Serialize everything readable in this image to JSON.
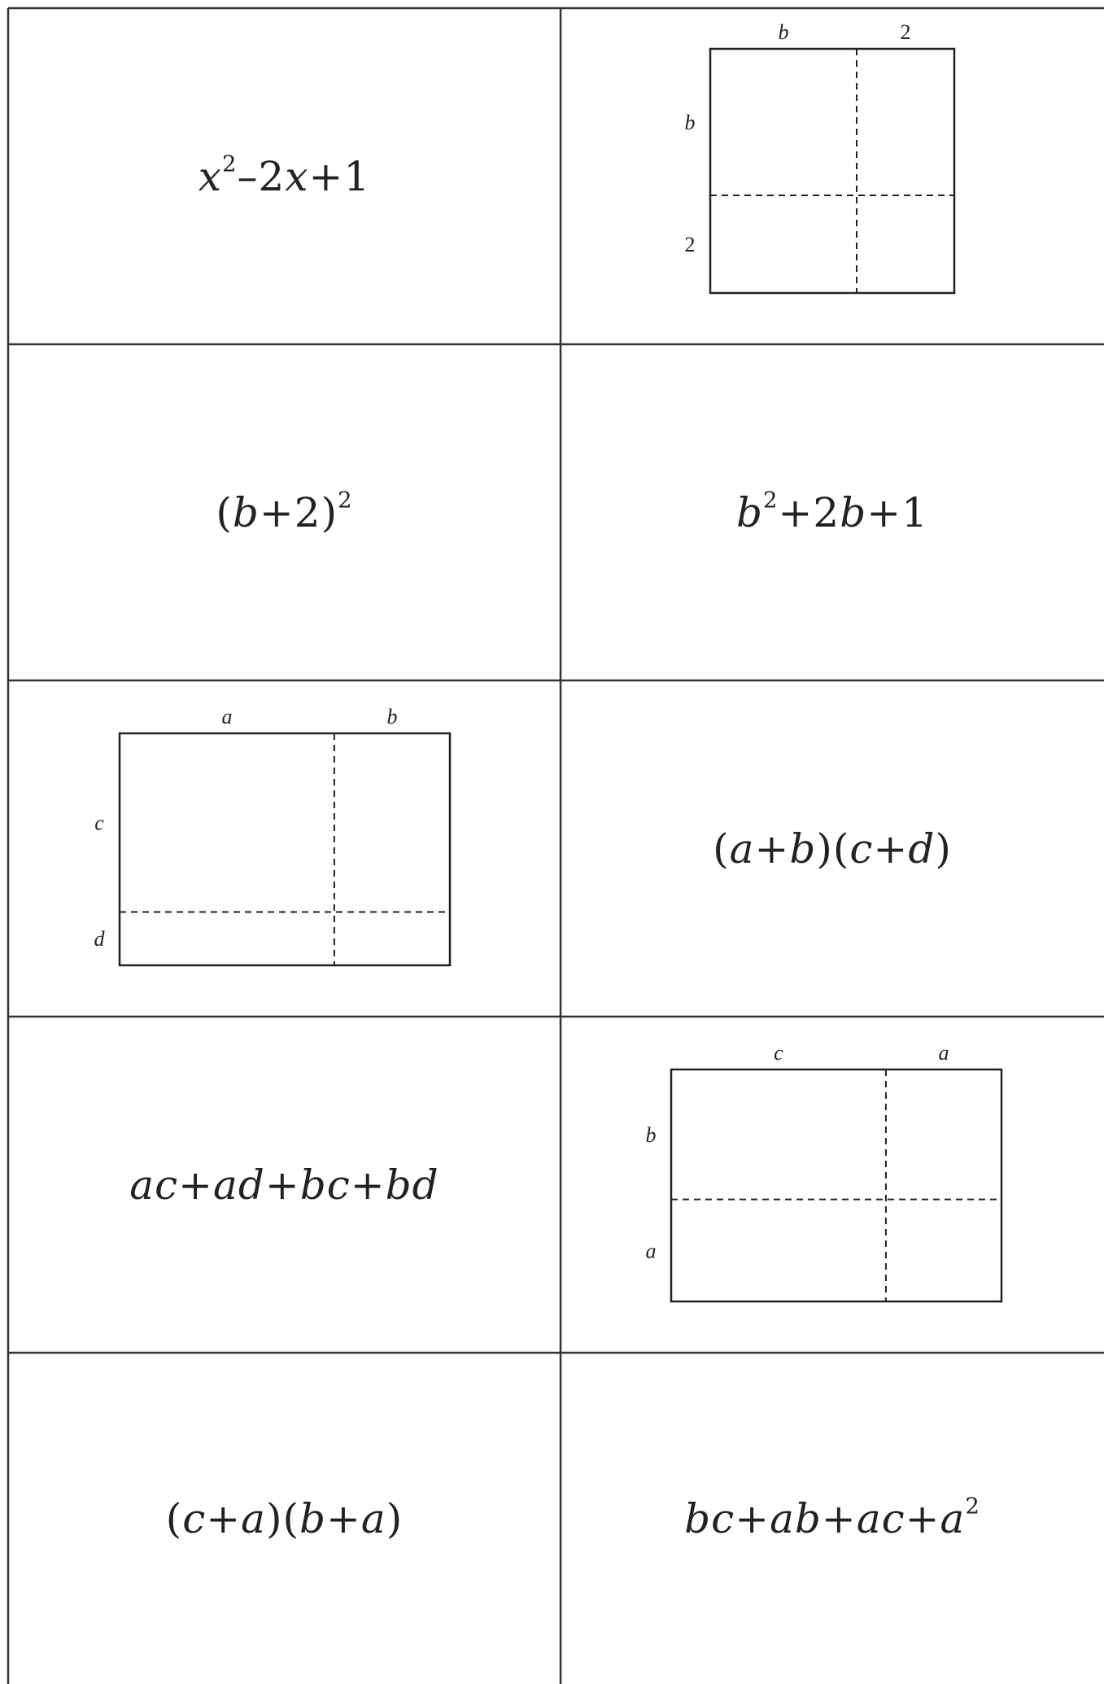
{
  "cards": [
    {
      "kind": "expression",
      "name": "card-expression-x-squared-minus-2x-plus-1",
      "text": "x²–2x+1",
      "parts": [
        {
          "t": "x",
          "i": true
        },
        {
          "t": "2",
          "sup": true
        },
        {
          "t": "–2"
        },
        {
          "t": "x",
          "i": true
        },
        {
          "t": "+1"
        }
      ]
    },
    {
      "kind": "diagram",
      "name": "card-diagram-b-2-by-b-2",
      "top_labels": [
        "b",
        "2"
      ],
      "side_labels": [
        "b",
        "2"
      ],
      "top_split": 0.6,
      "side_split": 0.6
    },
    {
      "kind": "expression",
      "name": "card-expression-b-plus-2-squared",
      "text": "(b+2)²",
      "parts": [
        {
          "t": "("
        },
        {
          "t": "b",
          "i": true
        },
        {
          "t": "+2)"
        },
        {
          "t": "2",
          "sup": true
        }
      ]
    },
    {
      "kind": "expression",
      "name": "card-expression-b-squared-plus-2b-plus-1",
      "text": "b²+2b+1",
      "parts": [
        {
          "t": "b",
          "i": true
        },
        {
          "t": "2",
          "sup": true
        },
        {
          "t": "+2"
        },
        {
          "t": "b",
          "i": true
        },
        {
          "t": "+1"
        }
      ]
    },
    {
      "kind": "diagram",
      "name": "card-diagram-a-b-by-c-d",
      "top_labels": [
        "a",
        "b"
      ],
      "side_labels": [
        "c",
        "d"
      ],
      "top_split": 0.65,
      "side_split": 0.77
    },
    {
      "kind": "expression",
      "name": "card-expression-a-plus-b-times-c-plus-d",
      "text": "(a+b)(c+d)",
      "parts": [
        {
          "t": "("
        },
        {
          "t": "a",
          "i": true
        },
        {
          "t": "+"
        },
        {
          "t": "b",
          "i": true
        },
        {
          "t": ")("
        },
        {
          "t": "c",
          "i": true
        },
        {
          "t": "+"
        },
        {
          "t": "d",
          "i": true
        },
        {
          "t": ")"
        }
      ]
    },
    {
      "kind": "expression",
      "name": "card-expression-ac-plus-ad-plus-bc-plus-bd",
      "text": "ac+ad+bc+bd",
      "parts": [
        {
          "t": "ac",
          "i": true
        },
        {
          "t": "+"
        },
        {
          "t": "ad",
          "i": true
        },
        {
          "t": "+"
        },
        {
          "t": "bc",
          "i": true
        },
        {
          "t": "+"
        },
        {
          "t": "bd",
          "i": true
        }
      ]
    },
    {
      "kind": "diagram",
      "name": "card-diagram-c-a-by-b-a",
      "top_labels": [
        "c",
        "a"
      ],
      "side_labels": [
        "b",
        "a"
      ],
      "top_split": 0.65,
      "side_split": 0.56
    },
    {
      "kind": "expression",
      "name": "card-expression-c-plus-a-times-b-plus-a",
      "text": "(c+a)(b+a)",
      "parts": [
        {
          "t": "("
        },
        {
          "t": "c",
          "i": true
        },
        {
          "t": "+"
        },
        {
          "t": "a",
          "i": true
        },
        {
          "t": ")("
        },
        {
          "t": "b",
          "i": true
        },
        {
          "t": "+"
        },
        {
          "t": "a",
          "i": true
        },
        {
          "t": ")"
        }
      ]
    },
    {
      "kind": "expression",
      "name": "card-expression-bc-plus-ab-plus-ac-plus-a-squared",
      "text": "bc+ab+ac+a²",
      "parts": [
        {
          "t": "bc",
          "i": true
        },
        {
          "t": "+"
        },
        {
          "t": "ab",
          "i": true
        },
        {
          "t": "+"
        },
        {
          "t": "ac",
          "i": true
        },
        {
          "t": "+"
        },
        {
          "t": "a",
          "i": true
        },
        {
          "t": "2",
          "sup": true
        }
      ]
    }
  ]
}
